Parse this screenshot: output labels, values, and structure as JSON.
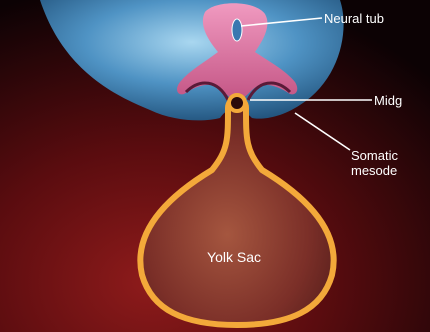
{
  "labels": {
    "neural_tube": "Neural tub",
    "midgut": "Midg",
    "somatic_line1": "Somatic",
    "somatic_line2": "mesode",
    "yolk_sac": "Yolk Sac"
  },
  "colors": {
    "background_dark": "#120306",
    "background_red": "#7a1414",
    "embryo_blue": "#3d7fb0",
    "neural_pink": "#d56a98",
    "yolk_outline": "#f3a93a",
    "yolk_fill": "#8a3a2c"
  }
}
